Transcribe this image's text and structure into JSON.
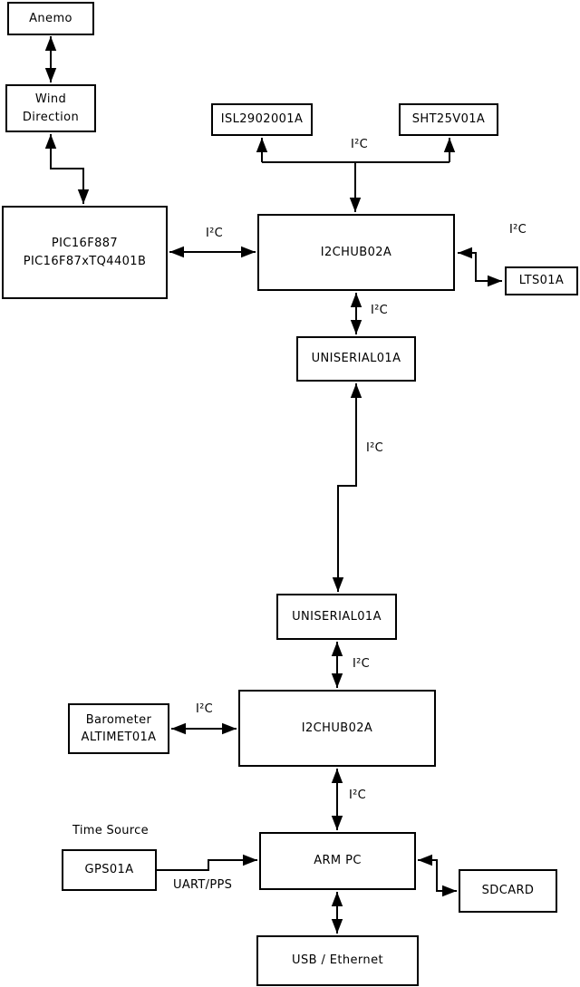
{
  "diagram": {
    "colors": {
      "stroke": "#000000",
      "box_fill": "#ffffff",
      "background": "#ffffff",
      "text": "#000000"
    },
    "nodes": {
      "anemo": {
        "label": "Anemo"
      },
      "wind_direction": {
        "lines": [
          "Wind",
          "Direction"
        ]
      },
      "pic": {
        "lines": [
          "PIC16F887",
          "PIC16F87xTQ4401B"
        ]
      },
      "isl": {
        "label": "ISL2902001A"
      },
      "sht": {
        "label": "SHT25V01A"
      },
      "i2chub_top": {
        "label": "I2CHUB02A"
      },
      "lts": {
        "label": "LTS01A"
      },
      "uniserial_top": {
        "label": "UNISERIAL01A"
      },
      "uniserial_bottom": {
        "label": "UNISERIAL01A"
      },
      "barometer": {
        "lines": [
          "Barometer",
          "ALTIMET01A"
        ]
      },
      "i2chub_bottom": {
        "label": "I2CHUB02A"
      },
      "gps": {
        "label": "GPS01A"
      },
      "arm_pc": {
        "label": "ARM PC"
      },
      "sdcard": {
        "label": "SDCARD"
      },
      "usb_ethernet": {
        "label": "USB / Ethernet"
      }
    },
    "edge_labels": {
      "pic_hub": "I²C",
      "hub_sensors": "I²C",
      "hub_lts": "I²C",
      "hub_uniserial": "I²C",
      "uniserial_link": "I²C",
      "uniserial_hub2": "I²C",
      "barometer_hub2": "I²C",
      "hub2_arm": "I²C",
      "gps_arm": "UART/PPS",
      "time_source": "Time Source"
    }
  }
}
